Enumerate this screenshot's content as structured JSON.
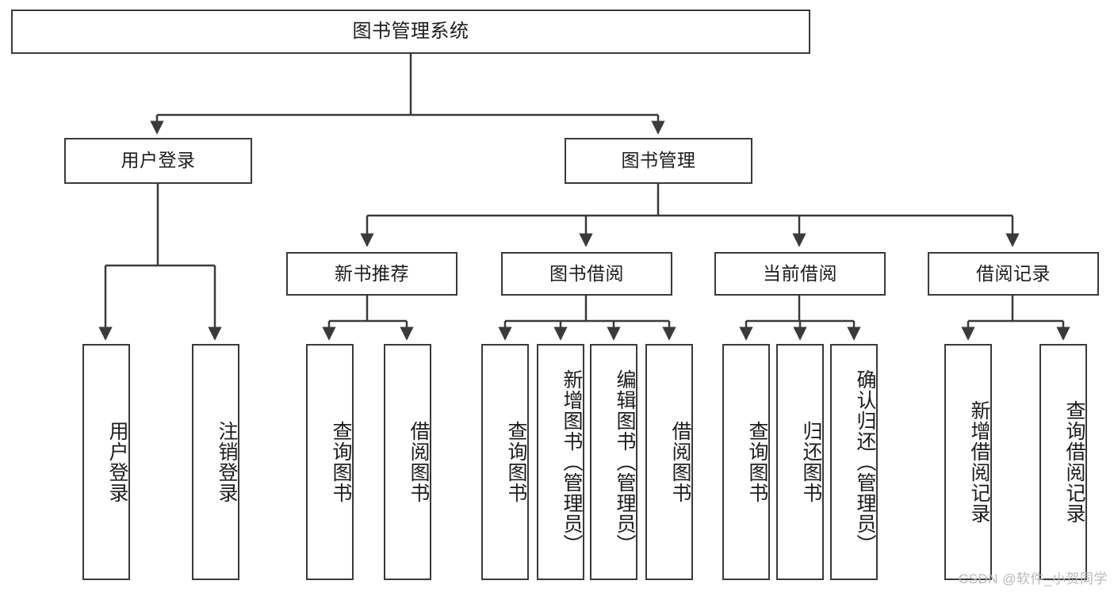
{
  "diagram": {
    "type": "tree-hierarchy",
    "title": "图书管理系统",
    "line_color": "#3a3a3a",
    "box_fill": "#ffffff",
    "text_color": "#1c1c1c",
    "watermark": "CSDN @软件_小贺同学",
    "levels": {
      "root": {
        "label": "图书管理系统"
      },
      "level2": [
        {
          "label": "用户登录"
        },
        {
          "label": "图书管理"
        }
      ],
      "level3": [
        {
          "label": "新书推荐"
        },
        {
          "label": "图书借阅"
        },
        {
          "label": "当前借阅"
        },
        {
          "label": "借阅记录"
        }
      ],
      "leaves": {
        "user_login": [
          {
            "label": "用户登录"
          },
          {
            "label": "注销登录"
          }
        ],
        "new_book_recommend": [
          {
            "label": "查询图书"
          },
          {
            "label": "借阅图书"
          }
        ],
        "book_borrow": [
          {
            "label": "查询图书"
          },
          {
            "label": "新增图书（管理员）"
          },
          {
            "label": "编辑图书（管理员）"
          },
          {
            "label": "借阅图书"
          }
        ],
        "current_borrow": [
          {
            "label": "查询图书"
          },
          {
            "label": "归还图书"
          },
          {
            "label": "确认归还（管理员）"
          }
        ],
        "borrow_record": [
          {
            "label": "新增借阅记录"
          },
          {
            "label": "查询借阅记录"
          }
        ]
      }
    }
  }
}
